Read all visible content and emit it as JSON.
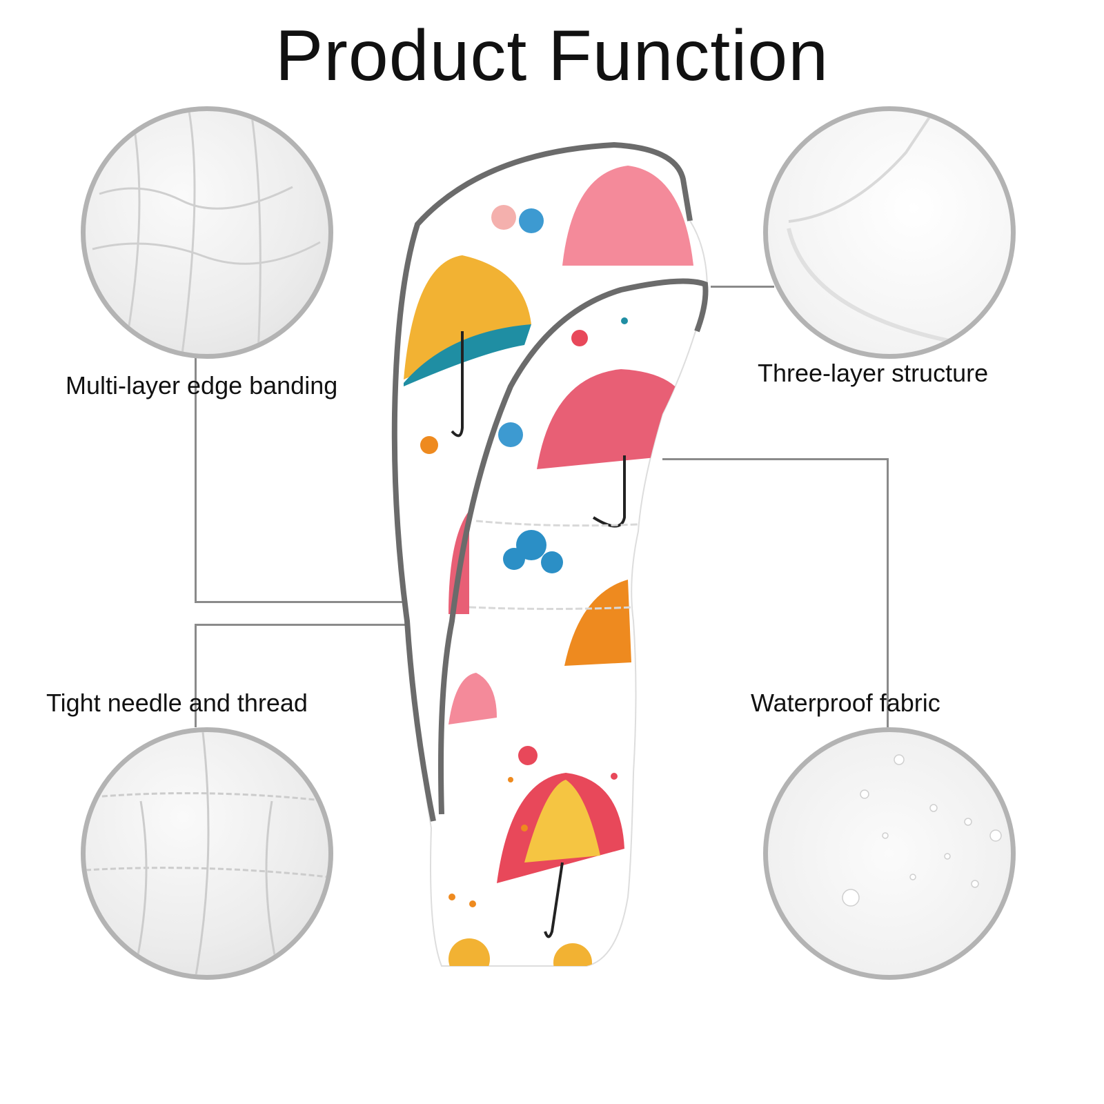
{
  "title": "Product Function",
  "features": [
    {
      "label": "Multi-layer edge banding"
    },
    {
      "label": "Three-layer structure"
    },
    {
      "label": "Tight needle and thread"
    },
    {
      "label": "Waterproof fabric"
    }
  ],
  "colors": {
    "border": "#b3b3b3",
    "line": "#8a8a8a",
    "piping": "#6b6b6b",
    "pink": "#f07a8c",
    "yellow": "#f2b233",
    "teal": "#1f8ea3",
    "orange": "#ee8a1f"
  }
}
